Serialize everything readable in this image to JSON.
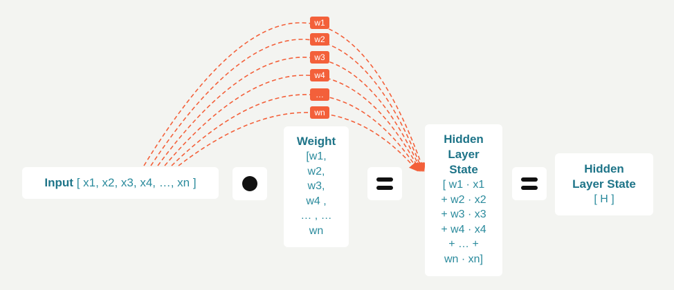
{
  "input": {
    "label": "Input",
    "vector": "[ x1, x2, x3, x4, …, xn ]"
  },
  "weights_fan": [
    "w1",
    "w2",
    "w3",
    "w4",
    "…",
    "wn"
  ],
  "weight_box": {
    "title": "Weight",
    "lines": [
      "[w1,",
      "w2,",
      "w3,",
      "w4 ,",
      "… , …",
      "wn"
    ]
  },
  "hidden_sum": {
    "title_lines": [
      "Hidden",
      "Layer",
      "State"
    ],
    "lines": [
      "[ w1 · x1",
      "+ w2 · x2",
      "+ w3  · x3",
      "+ w4 · x4",
      "+ … +",
      "wn · xn]"
    ]
  },
  "hidden_result": {
    "title_lines": [
      "Hidden",
      "Layer State"
    ],
    "value": "[ H ]"
  },
  "colors": {
    "accent": "#f3603a",
    "text": "#2a8a9c",
    "title": "#1e7488",
    "background": "#f3f4f1"
  },
  "icons": [
    "dot-product-icon",
    "equals-icon",
    "equals-icon"
  ]
}
